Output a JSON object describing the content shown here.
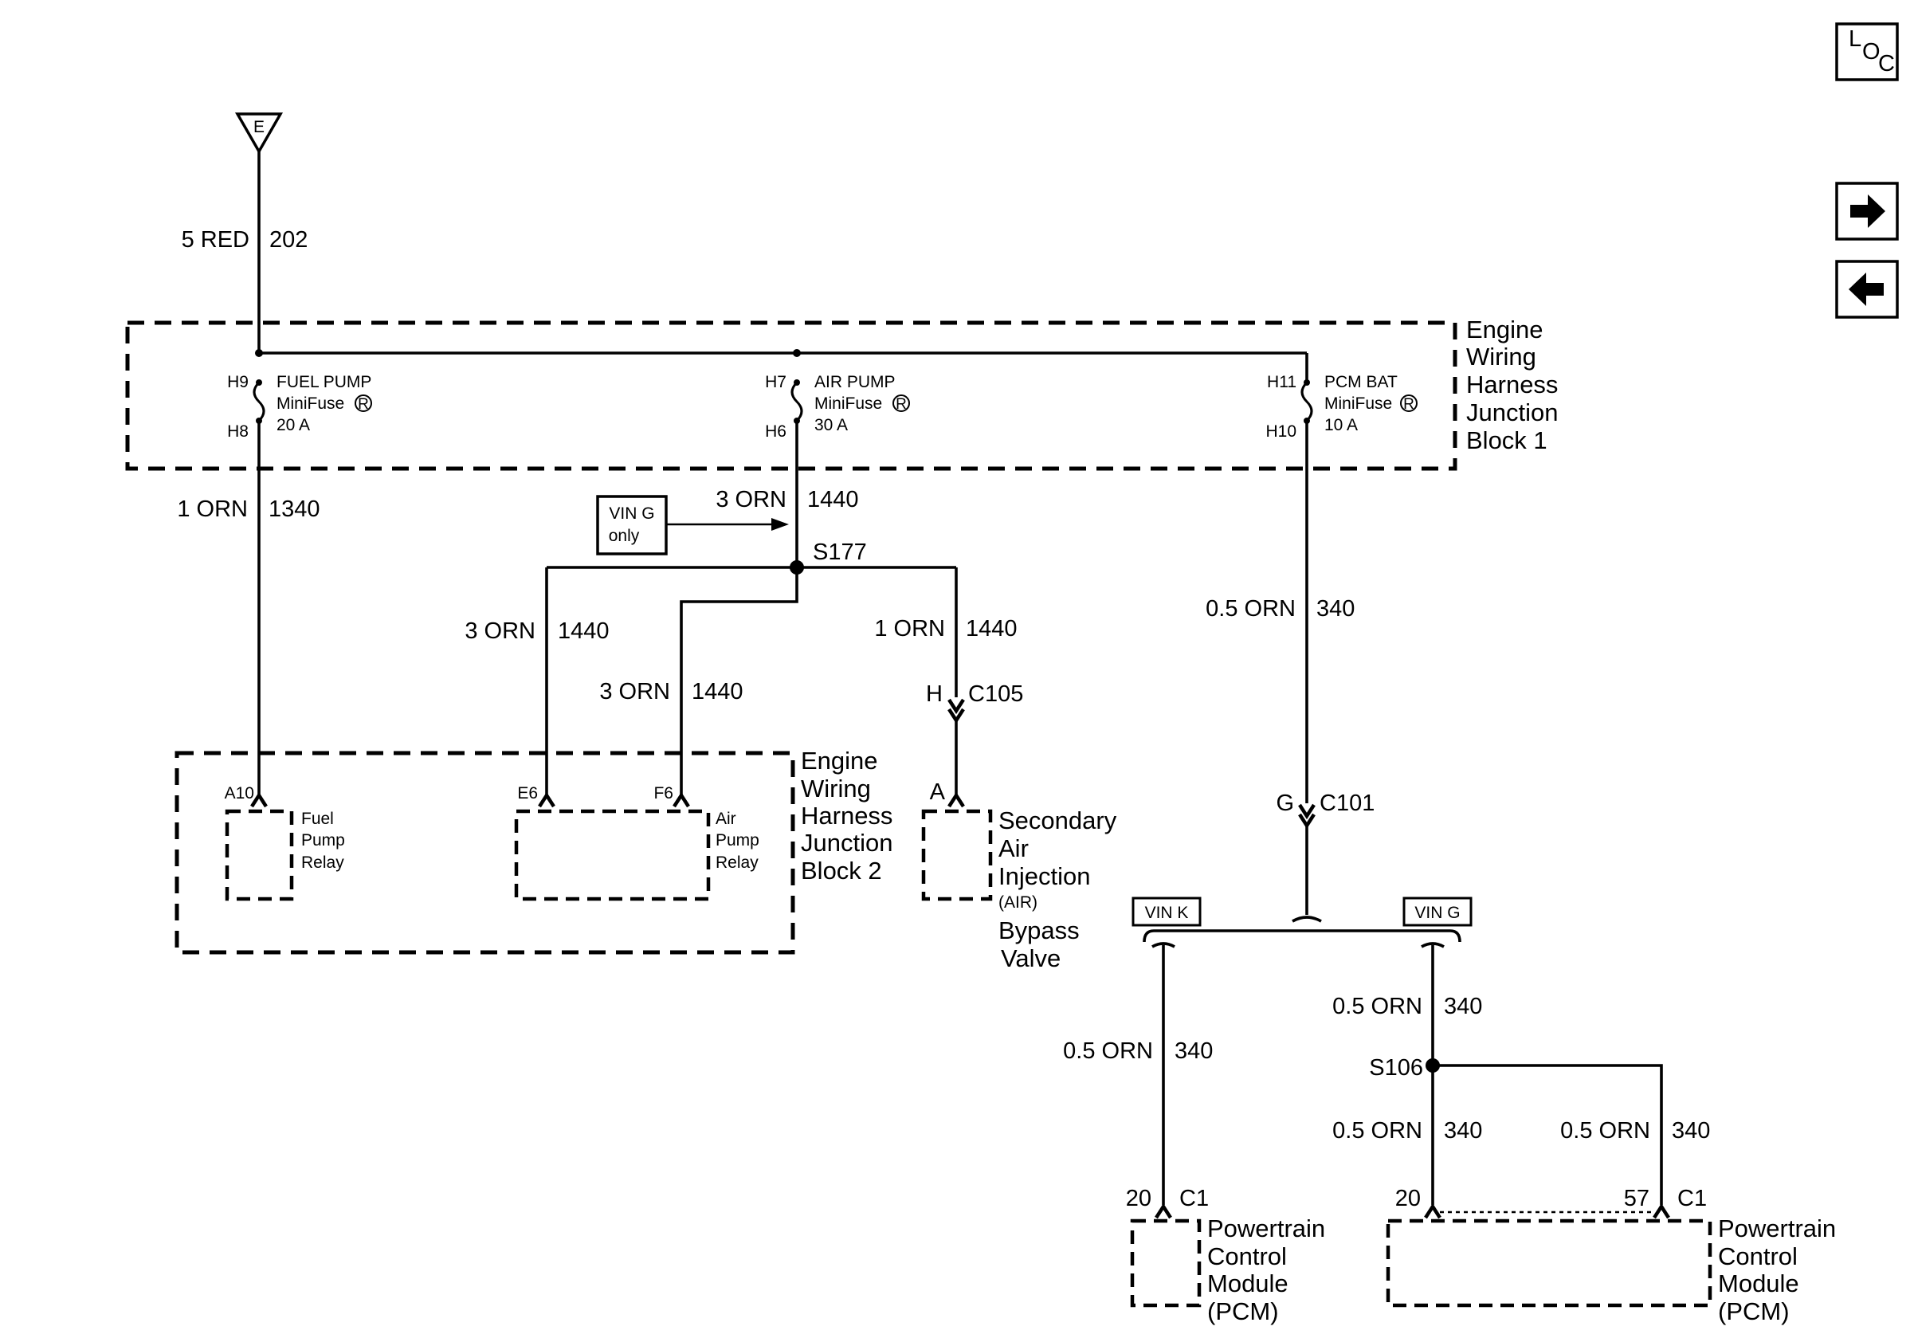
{
  "nav": {
    "loc_l": "L",
    "loc_o": "O",
    "loc_c": "C",
    "forward_icon": "arrow-right",
    "back_icon": "arrow-left"
  },
  "source": {
    "label": "E"
  },
  "feed_wire": {
    "size_color": "5 RED",
    "circuit": "202"
  },
  "junction_block_1": {
    "label_lines": [
      "Engine",
      "Wiring",
      "Harness",
      "Junction",
      "Block 1"
    ],
    "fuses": [
      {
        "pin_in": "H9",
        "pin_out": "H8",
        "name": "FUEL PUMP",
        "type": "MiniFuse",
        "mark": "R",
        "rating": "20 A"
      },
      {
        "pin_in": "H7",
        "pin_out": "H6",
        "name": "AIR PUMP",
        "type": "MiniFuse",
        "mark": "R",
        "rating": "30 A"
      },
      {
        "pin_in": "H11",
        "pin_out": "H10",
        "name": "PCM BAT",
        "type": "MiniFuse",
        "mark": "R",
        "rating": "10 A"
      }
    ]
  },
  "wires": {
    "fuel_pump": {
      "size_color": "1 ORN",
      "circuit": "1340"
    },
    "air_pump_main": {
      "size_color": "3 ORN",
      "circuit": "1440"
    },
    "air_e6": {
      "size_color": "3 ORN",
      "circuit": "1440"
    },
    "air_f6": {
      "size_color": "3 ORN",
      "circuit": "1440"
    },
    "air_bypass": {
      "size_color": "1 ORN",
      "circuit": "1440"
    },
    "pcm_bat": {
      "size_color": "0.5 ORN",
      "circuit": "340"
    },
    "vin_k_branch": {
      "size_color": "0.5 ORN",
      "circuit": "340"
    },
    "vin_g_branch": {
      "size_color": "0.5 ORN",
      "circuit": "340"
    },
    "s106_left": {
      "size_color": "0.5 ORN",
      "circuit": "340"
    },
    "s106_right": {
      "size_color": "0.5 ORN",
      "circuit": "340"
    }
  },
  "vin_note": {
    "line1": "VIN G",
    "line2": "only"
  },
  "splices": {
    "s177": "S177",
    "s106": "S106"
  },
  "connectors": {
    "c105": {
      "pin": "H",
      "name": "C105"
    },
    "c101": {
      "pin": "G",
      "name": "C101"
    },
    "bypass_pin": "A",
    "pcm_k": {
      "pin": "20",
      "name": "C1"
    },
    "pcm_g": {
      "pin_a": "20",
      "pin_b": "57",
      "name": "C1"
    }
  },
  "junction_block_2": {
    "label_lines": [
      "Engine",
      "Wiring",
      "Harness",
      "Junction",
      "Block 2"
    ],
    "fuel_relay": {
      "pin": "A10",
      "lines": [
        "Fuel",
        "Pump",
        "Relay"
      ]
    },
    "air_relay": {
      "pin_a": "E6",
      "pin_b": "F6",
      "lines": [
        "Air",
        "Pump",
        "Relay"
      ]
    }
  },
  "bypass_valve": {
    "lines": [
      "Secondary",
      "Air",
      "Injection",
      "(AIR)",
      "Bypass",
      "Valve"
    ]
  },
  "vin_tags": {
    "k": "VIN K",
    "g": "VIN G"
  },
  "pcm": {
    "lines": [
      "Powertrain",
      "Control",
      "Module",
      "(PCM)"
    ]
  }
}
